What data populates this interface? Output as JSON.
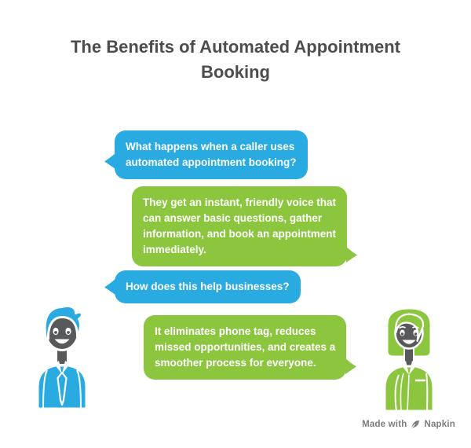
{
  "title": {
    "text": "The Benefits of Automated Appointment Booking",
    "lines": [
      "The Benefits of Automated Appointment",
      "Booking"
    ]
  },
  "conversation": [
    {
      "speaker": "left",
      "bubble_color": "#29ABE2",
      "text": "What happens when a caller uses automated appointment booking?",
      "lines": [
        "What happens when a caller uses",
        "automated appointment booking?"
      ]
    },
    {
      "speaker": "right",
      "bubble_color": "#8CC63F",
      "text": "They get an instant, friendly voice that can answer basic questions, gather information, and book an appointment immediately.",
      "lines": [
        "They get an instant, friendly voice that",
        "can answer basic questions, gather",
        "information, and book an appointment",
        "immediately."
      ]
    },
    {
      "speaker": "left",
      "bubble_color": "#29ABE2",
      "text": "How does this help businesses?",
      "lines": [
        "How does this help businesses?"
      ]
    },
    {
      "speaker": "right",
      "bubble_color": "#8CC63F",
      "text": "It eliminates phone tag, reduces missed opportunities, and creates a smoother process for everyone.",
      "lines": [
        "It eliminates phone tag, reduces",
        "missed opportunities, and creates a",
        "smoother process for everyone."
      ]
    }
  ],
  "characters": {
    "left": {
      "description": "man with blue hair, blue shirt and tie",
      "hair_color": "#29ABE2",
      "shirt_color": "#29ABE2",
      "skin_color": "#58595B"
    },
    "right": {
      "description": "woman with green bob haircut and green shirt",
      "hair_color": "#8CC63F",
      "shirt_color": "#8CC63F",
      "skin_color": "#58595B"
    }
  },
  "watermark": {
    "prefix": "Made with",
    "brand": "Napkin",
    "icon": "napkin-pen-icon"
  },
  "colors": {
    "blue": "#29ABE2",
    "green": "#8CC63F",
    "title_text": "#4D4D4F",
    "bubble_text": "#FFFFFF",
    "skin_gray": "#58595B",
    "watermark_text": "#7D7D7D",
    "background": "#FFFFFF"
  }
}
